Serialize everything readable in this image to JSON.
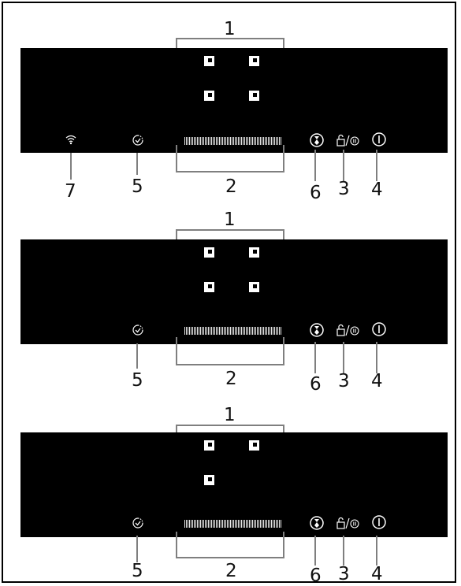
{
  "colors": {
    "panel": "#000000",
    "leader": "#7f7f7f",
    "icon": "#ffffff",
    "text": "#111111"
  },
  "callouts": {
    "zones": "1",
    "slider": "2",
    "lock": "3",
    "power": "4",
    "timer": "5",
    "boost": "6",
    "wifi": "7"
  },
  "diagrams": [
    {
      "variant": "with-wifi",
      "zone_count": 4,
      "has_wifi": true
    },
    {
      "variant": "four-zones",
      "zone_count": 4,
      "has_wifi": false
    },
    {
      "variant": "three-zones",
      "zone_count": 3,
      "has_wifi": false
    }
  ],
  "icons": [
    "wifi-icon",
    "timer-check-icon",
    "boost-icon",
    "lock-pause-icon",
    "power-icon"
  ]
}
